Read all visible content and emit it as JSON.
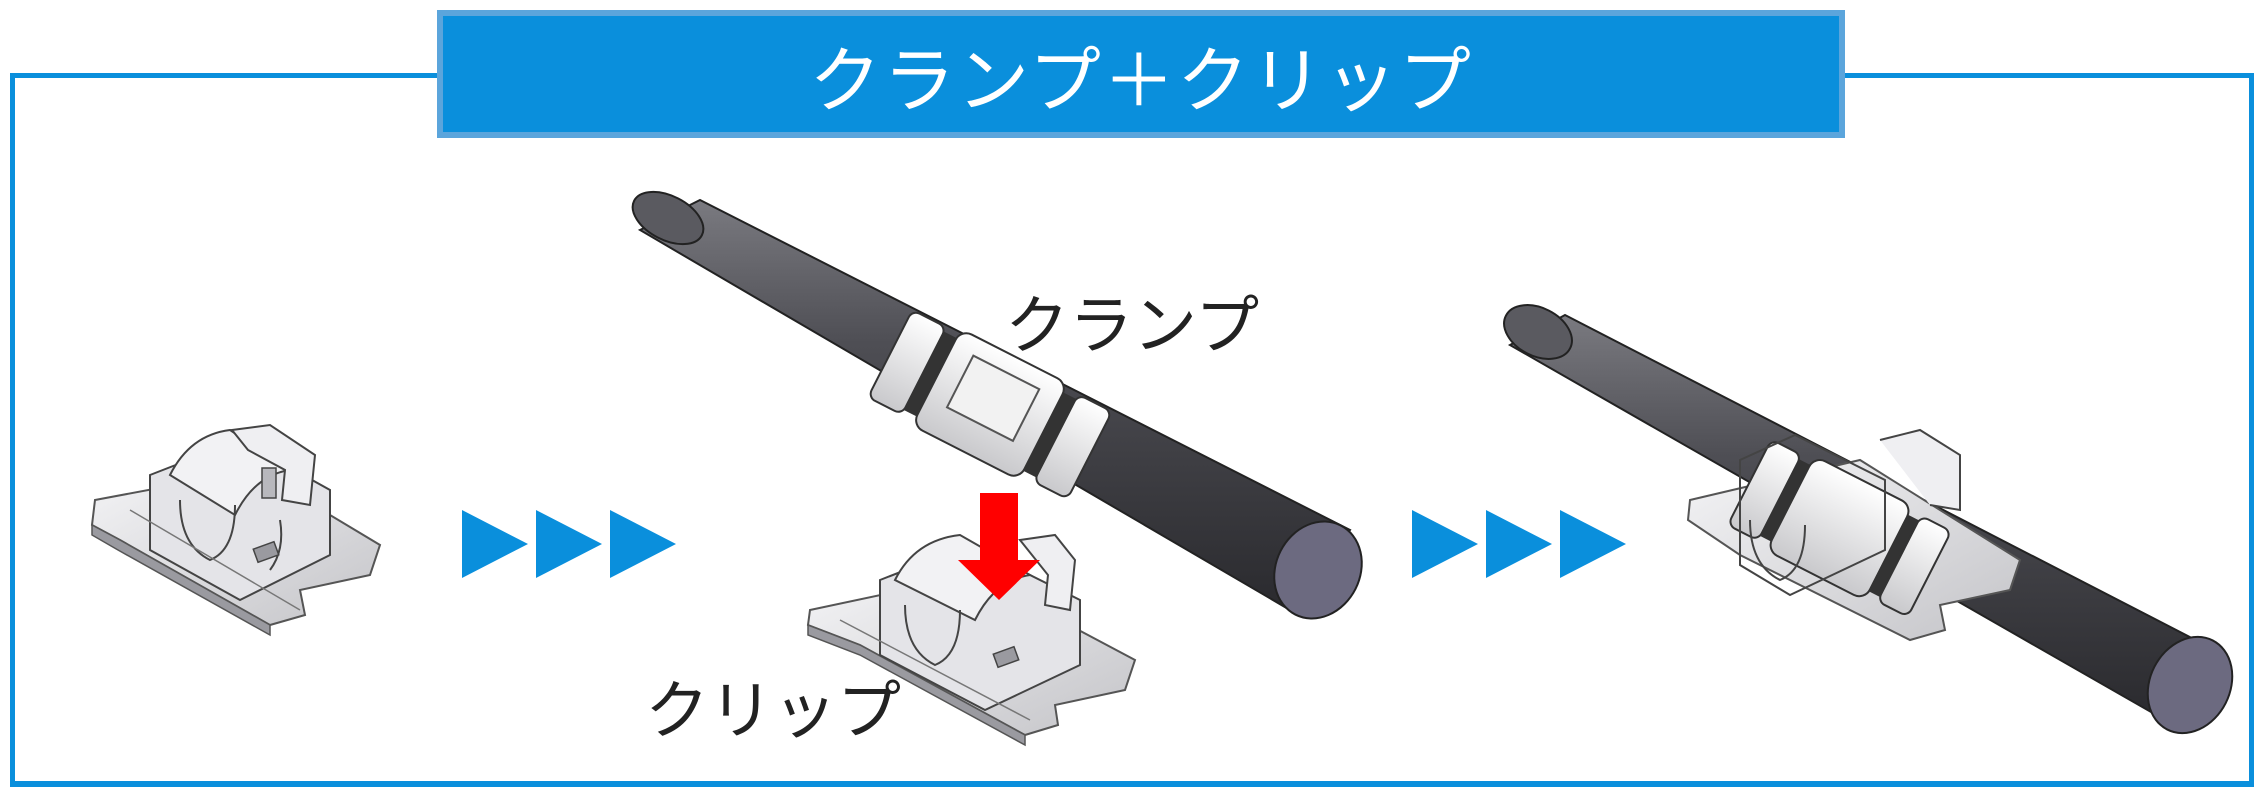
{
  "title": "クランプ＋クリップ",
  "labels": {
    "clamp": "クランプ",
    "clip": "クリップ"
  },
  "icons": [
    "arrow-triangle-icon",
    "down-arrow-icon"
  ],
  "colors": {
    "accent": "#0a8fdc",
    "down_arrow": "#ff0000",
    "cable": "#4a4a4f"
  }
}
